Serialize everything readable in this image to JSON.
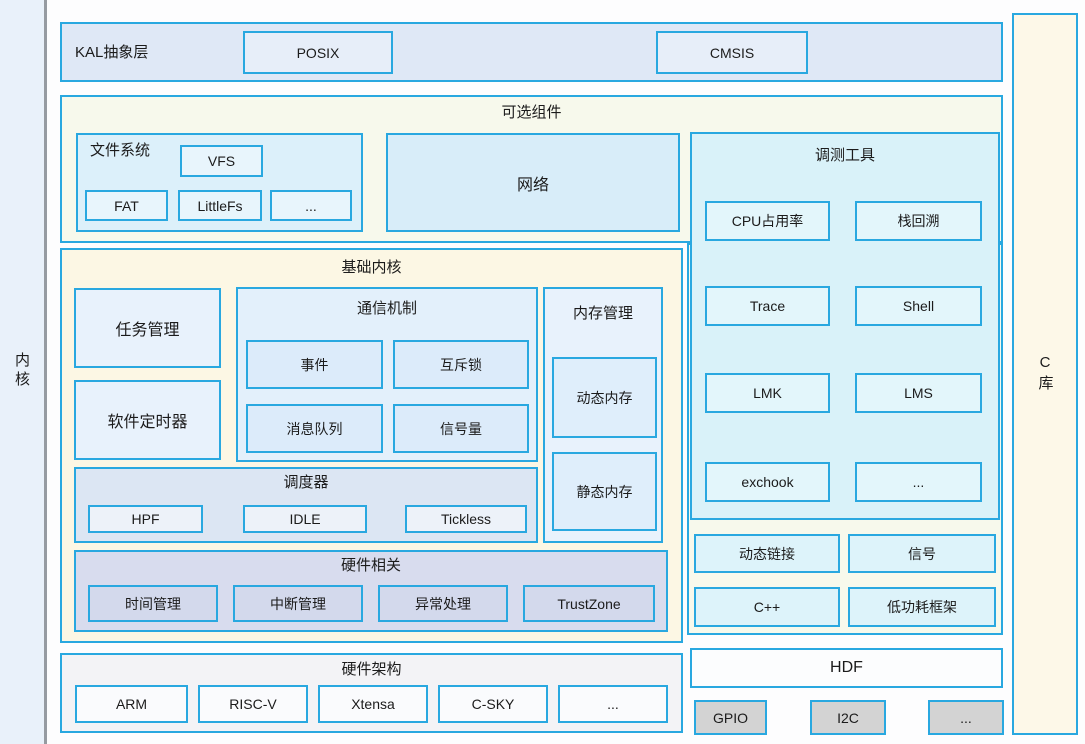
{
  "colors": {
    "accent_border": "#29a8e0",
    "kernel_fill": "#fcf7e4",
    "optional_fill": "#f7f9ec",
    "hardware_fill": "#d8dcee",
    "driver_fill": "#d3d3d3"
  },
  "left_rail": {
    "label": "内核"
  },
  "c_lib": {
    "label": "C库"
  },
  "kal": {
    "label": "KAL抽象层",
    "items": [
      "POSIX",
      "CMSIS"
    ]
  },
  "optional": {
    "label": "可选组件",
    "filesystem": {
      "label": "文件系统",
      "vfs": "VFS",
      "items": [
        "FAT",
        "LittleFs",
        "..."
      ]
    },
    "network": {
      "label": "网络"
    },
    "debug": {
      "label": "调测工具",
      "items": [
        "CPU占用率",
        "栈回溯",
        "Trace",
        "Shell",
        "LMK",
        "LMS",
        "exchook",
        "..."
      ]
    },
    "extras": [
      "动态链接",
      "信号",
      "C++",
      "低功耗框架"
    ]
  },
  "kernel": {
    "label": "基础内核",
    "task": "任务管理",
    "timer": "软件定时器",
    "ipc": {
      "label": "通信机制",
      "items": [
        "事件",
        "互斥锁",
        "消息队列",
        "信号量"
      ]
    },
    "memory": {
      "label": "内存管理",
      "items": [
        "动态内存",
        "静态内存"
      ]
    },
    "scheduler": {
      "label": "调度器",
      "items": [
        "HPF",
        "IDLE",
        "Tickless"
      ]
    },
    "hardware": {
      "label": "硬件相关",
      "items": [
        "时间管理",
        "中断管理",
        "异常处理",
        "TrustZone"
      ]
    }
  },
  "hw_arch": {
    "label": "硬件架构",
    "items": [
      "ARM",
      "RISC-V",
      "Xtensa",
      "C-SKY",
      "..."
    ]
  },
  "hdf": {
    "label": "HDF",
    "items": [
      "GPIO",
      "I2C",
      "..."
    ]
  }
}
